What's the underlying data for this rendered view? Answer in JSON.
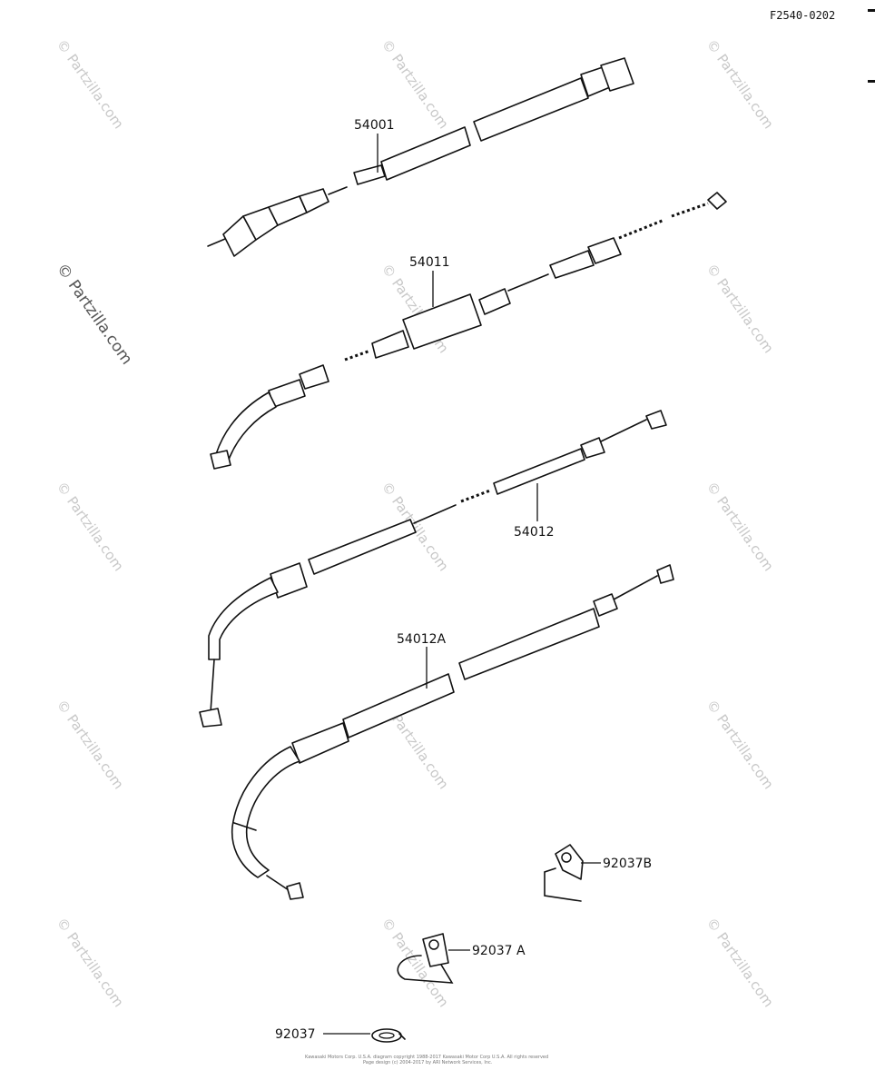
{
  "diagram_code": "F2540-0202",
  "watermark_text": "© Partzilla.com",
  "parts": [
    {
      "id": "p54001",
      "number": "54001"
    },
    {
      "id": "p54011",
      "number": "54011"
    },
    {
      "id": "p54012",
      "number": "54012"
    },
    {
      "id": "p54012A",
      "number": "54012A"
    },
    {
      "id": "p92037B",
      "number": "92037B"
    },
    {
      "id": "p92037A",
      "number": "92037 A"
    },
    {
      "id": "p92037",
      "number": "92037"
    }
  ],
  "footer": {
    "line1": "Kawasaki Motors Corp. U.S.A. diagram copyright 1988-2017 Kawasaki Motor Corp U.S.A. All rights reserved",
    "line2": "Page design (c) 2004-2017 by ARI Network Services, Inc."
  }
}
